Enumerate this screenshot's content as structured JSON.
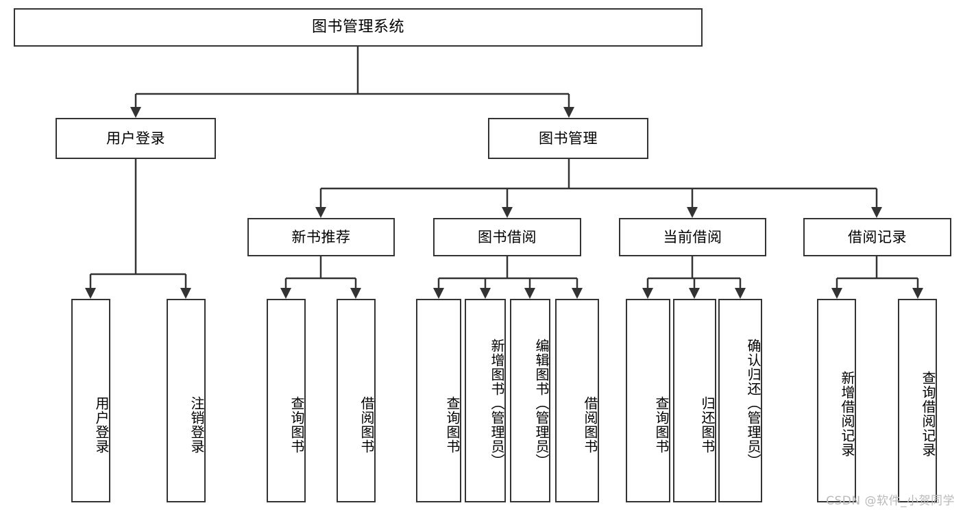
{
  "diagram": {
    "title": "图书管理系统",
    "type": "tree-hierarchy-chart",
    "root": {
      "label": "图书管理系统"
    },
    "level2": [
      {
        "label": "用户登录"
      },
      {
        "label": "图书管理"
      }
    ],
    "level3": [
      {
        "label": "新书推荐"
      },
      {
        "label": "图书借阅"
      },
      {
        "label": "当前借阅"
      },
      {
        "label": "借阅记录"
      }
    ],
    "leaves": {
      "user_login": [
        {
          "label": "用户登录"
        },
        {
          "label": "注销登录"
        }
      ],
      "new_book_recommend": [
        {
          "label": "查询图书"
        },
        {
          "label": "借阅图书"
        }
      ],
      "book_borrow": [
        {
          "label": "查询图书"
        },
        {
          "label": "新增图书（管理员）"
        },
        {
          "label": "编辑图书（管理员）"
        },
        {
          "label": "借阅图书"
        }
      ],
      "current_borrow": [
        {
          "label": "查询图书"
        },
        {
          "label": "归还图书"
        },
        {
          "label": "确认归还（管理员）"
        }
      ],
      "borrow_record": [
        {
          "label": "新增借阅记录"
        },
        {
          "label": "查询借阅记录"
        }
      ]
    }
  },
  "watermark": {
    "text": "CSDN @软件_小贺同学"
  },
  "colors": {
    "border": "#333333",
    "background": "#ffffff",
    "text": "#000000",
    "watermark": "#b9b9b9"
  }
}
